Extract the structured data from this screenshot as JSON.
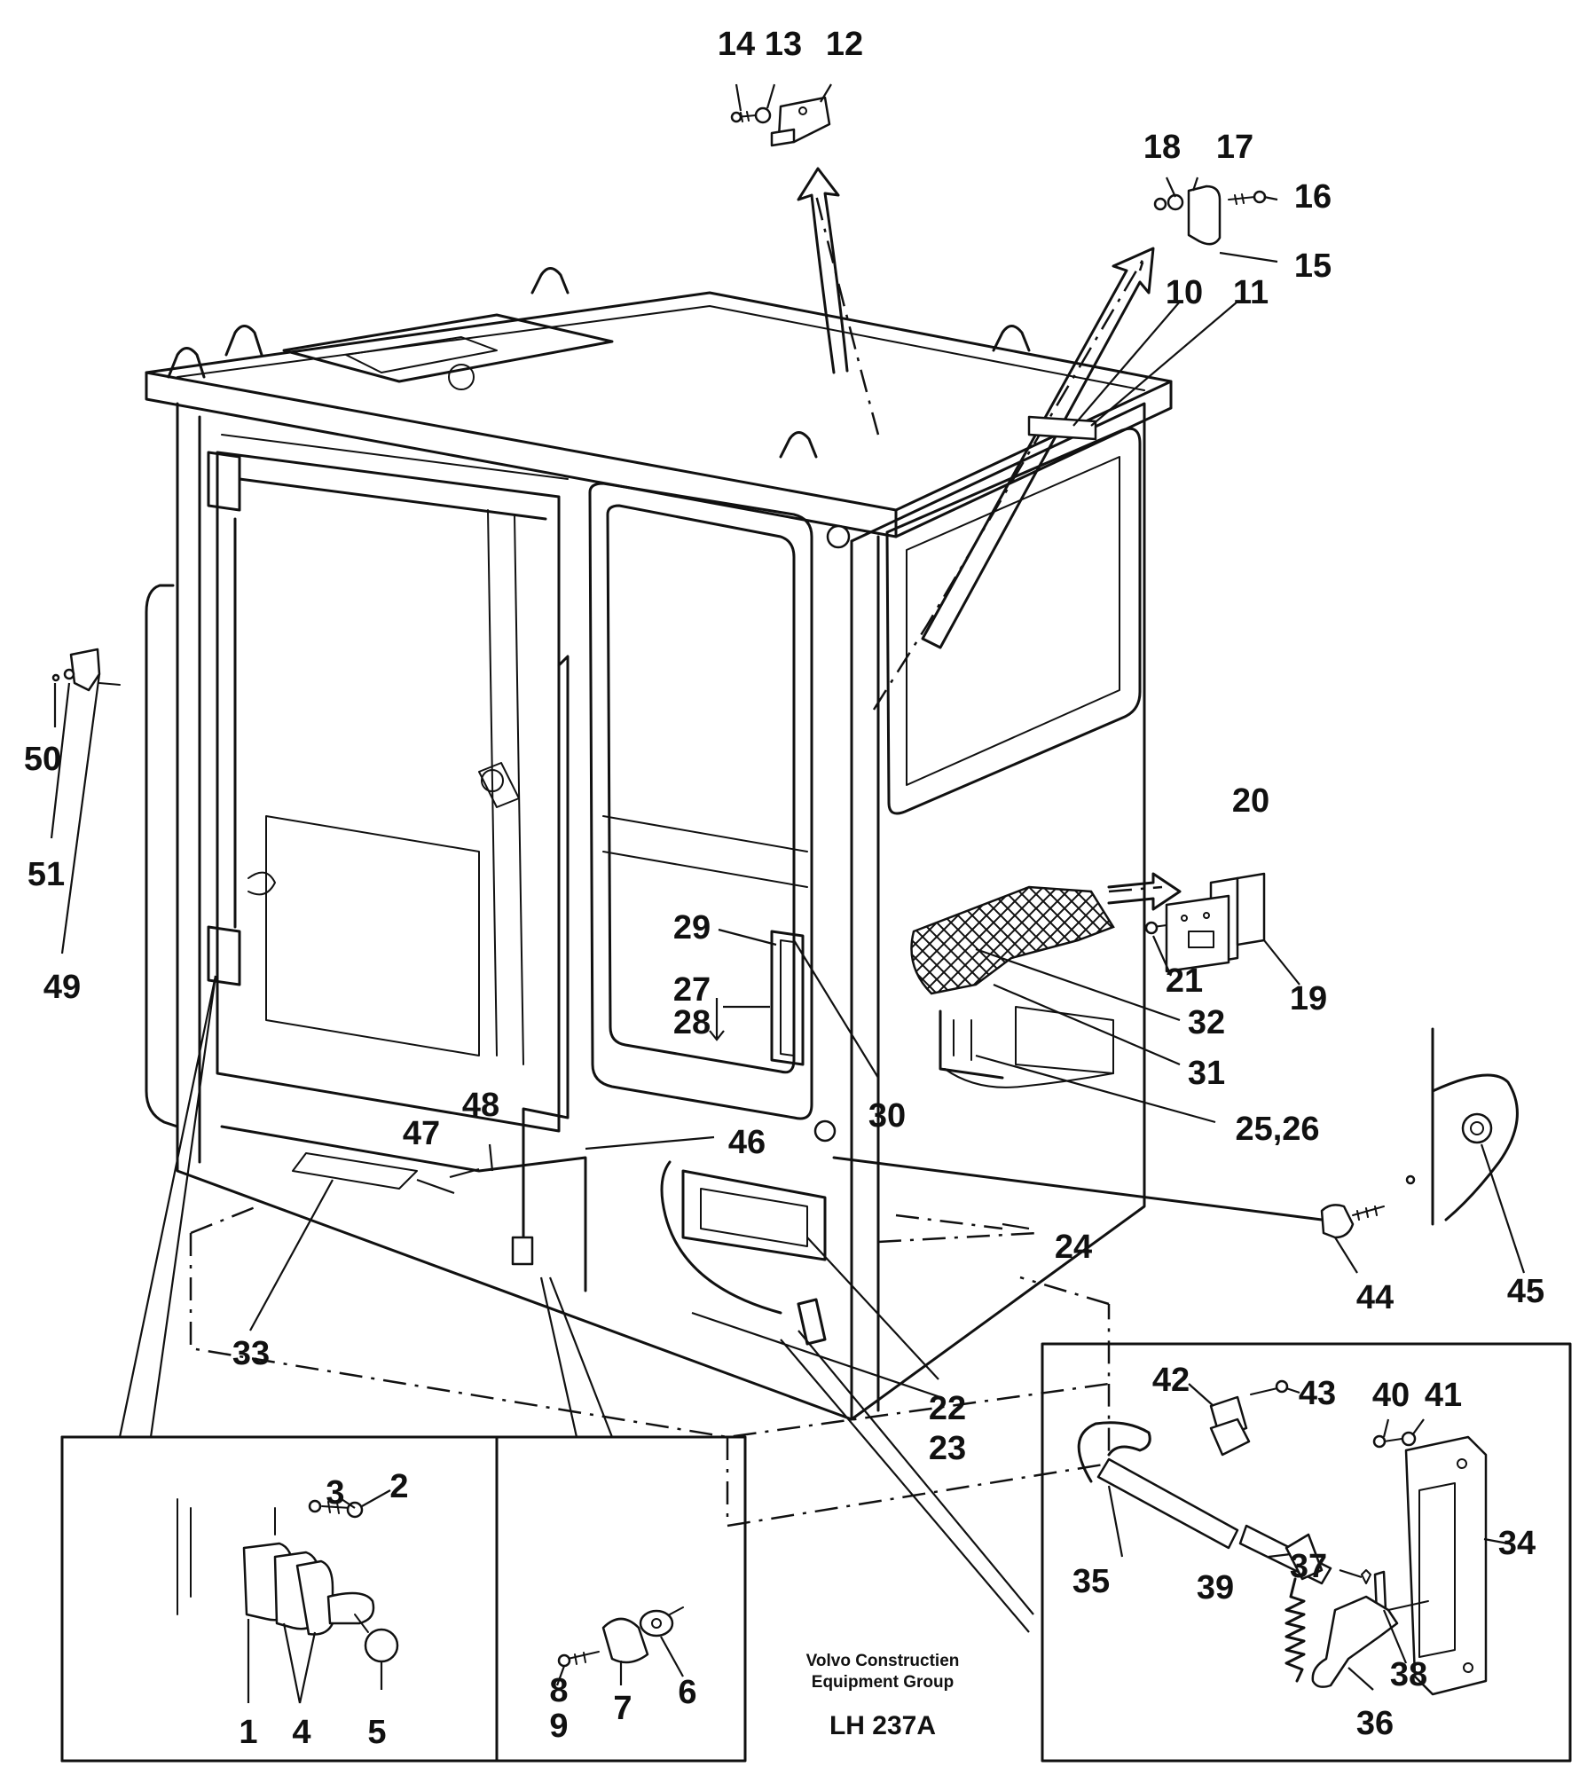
{
  "diagram": {
    "credit_line_1": "Volvo Constructien",
    "credit_line_2": "Equipment Group",
    "drawing_code": "LH 237A",
    "callouts": {
      "c1": "1",
      "c2": "2",
      "c3": "3",
      "c4": "4",
      "c5": "5",
      "c6": "6",
      "c7": "7",
      "c8": "8",
      "c9": "9",
      "c10": "10",
      "c11": "11",
      "c12": "12",
      "c13": "13",
      "c14": "14",
      "c15": "15",
      "c16": "16",
      "c17": "17",
      "c18": "18",
      "c19": "19",
      "c20": "20",
      "c21": "21",
      "c22": "22",
      "c23": "23",
      "c24": "24",
      "c25_26": "25,26",
      "c27": "27",
      "c28": "28",
      "c29": "29",
      "c30": "30",
      "c31": "31",
      "c32": "32",
      "c33": "33",
      "c34": "34",
      "c35": "35",
      "c36": "36",
      "c37": "37",
      "c38": "38",
      "c39": "39",
      "c40": "40",
      "c41": "41",
      "c42": "42",
      "c43": "43",
      "c44": "44",
      "c45": "45",
      "c46": "46",
      "c47": "47",
      "c48": "48",
      "c49": "49",
      "c50": "50",
      "c51": "51"
    }
  }
}
